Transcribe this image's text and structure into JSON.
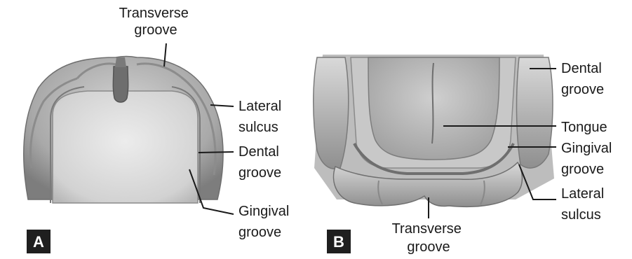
{
  "panels": [
    {
      "letter": "A",
      "labels": {
        "transverse_groove": [
          "Transverse",
          "groove"
        ],
        "lateral_sulcus": [
          "Lateral",
          "sulcus"
        ],
        "dental_groove": [
          "Dental",
          "groove"
        ],
        "gingival_groove": [
          "Gingival",
          "groove"
        ]
      }
    },
    {
      "letter": "B",
      "labels": {
        "dental_groove": [
          "Dental",
          "groove"
        ],
        "tongue": [
          "Tongue"
        ],
        "gingival_groove": [
          "Gingival",
          "groove"
        ],
        "lateral_sulcus": [
          "Lateral",
          "sulcus"
        ],
        "transverse_groove": [
          "Transverse",
          "groove"
        ]
      }
    }
  ]
}
